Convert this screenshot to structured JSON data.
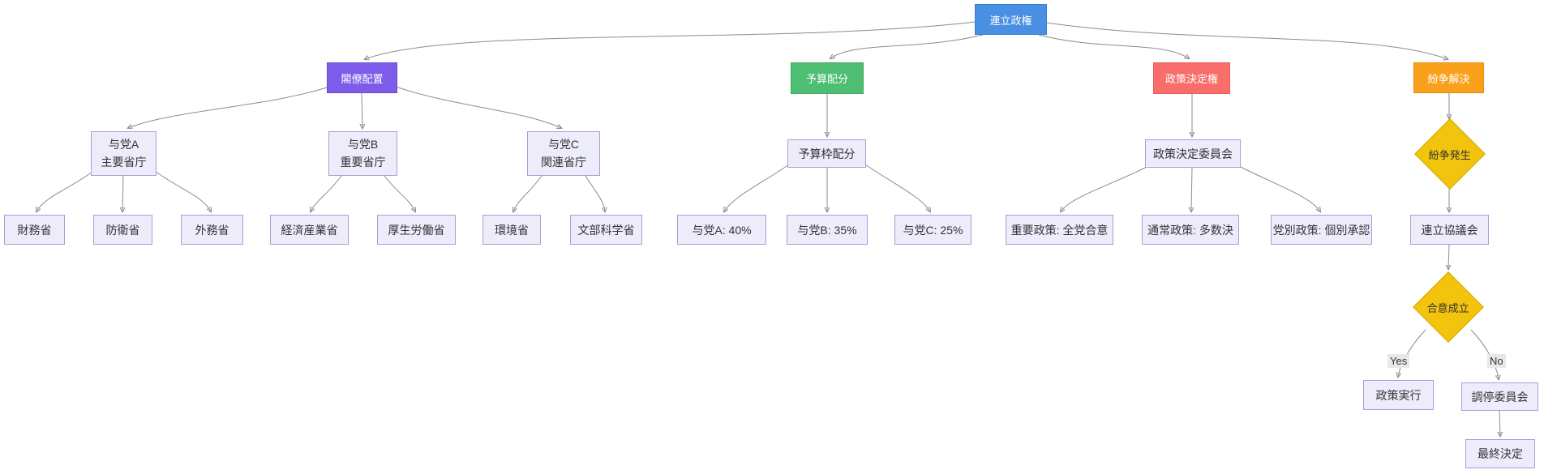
{
  "diagram": {
    "type": "flowchart",
    "nodes": {
      "root": "連立政権",
      "cabinet": "閣僚配置",
      "budget": "予算配分",
      "policy": "政策決定権",
      "dispute": "紛争解決",
      "partyA_l1": "与党A",
      "partyA_l2": "主要省庁",
      "partyB_l1": "与党B",
      "partyB_l2": "重要省庁",
      "partyC_l1": "与党C",
      "partyC_l2": "関連省庁",
      "finance": "財務省",
      "defense": "防衛省",
      "foreign": "外務省",
      "economy": "経済産業省",
      "health": "厚生労働省",
      "environment": "環境省",
      "education": "文部科学省",
      "budget_frame": "予算枠配分",
      "budgetA": "与党A: 40%",
      "budgetB": "与党B: 35%",
      "budgetC": "与党C: 25%",
      "policy_committee": "政策決定委員会",
      "important_policy": "重要政策: 全党合意",
      "normal_policy": "通常政策: 多数決",
      "party_policy": "党別政策: 個別承認",
      "dispute_occur": "紛争発生",
      "coalition_council": "連立協議会",
      "agreement": "合意成立",
      "yes_label": "Yes",
      "no_label": "No",
      "policy_execute": "政策実行",
      "mediation_committee": "調停委員会",
      "final_decision": "最終決定"
    },
    "colors": {
      "root_blue": "#4a90e2",
      "cabinet_purple": "#7c5ce8",
      "budget_green": "#4ebe72",
      "policy_red": "#f96d6b",
      "dispute_orange": "#f9a11b",
      "decision_yellow": "#f2c40d",
      "leaf_fill": "#ececfa",
      "leaf_border": "#a79fd8",
      "edge_gray": "#8c8c8c"
    }
  }
}
